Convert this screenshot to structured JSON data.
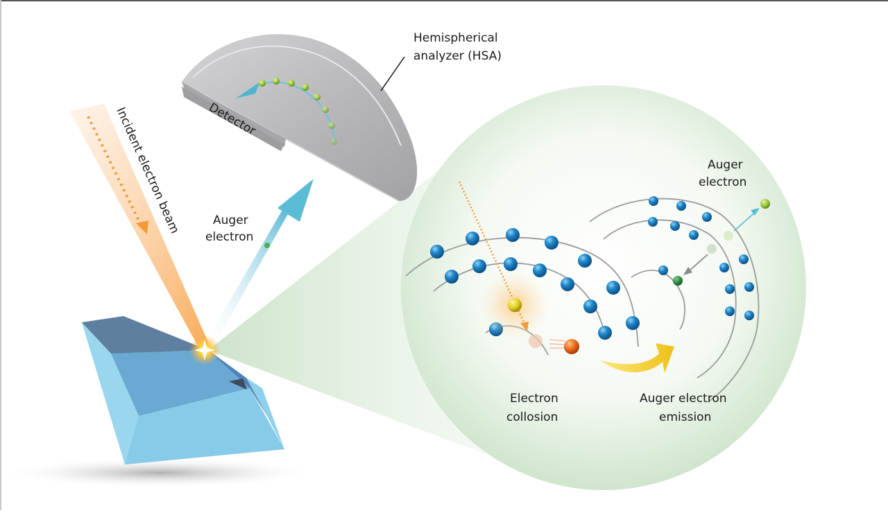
{
  "diagram": {
    "title": "Auger electron spectroscopy schematic",
    "labels": {
      "hsa_line1": "Hemispherical",
      "hsa_line2": "analyzer (HSA)",
      "detector": "Detector",
      "incident_beam": "Incident electron beam",
      "auger_left_line1": "Auger",
      "auger_left_line2": "electron",
      "auger_right_line1": "Auger",
      "auger_right_line2": "electron",
      "collision_line1": "Electron",
      "collision_line2": "collosion",
      "emission_line1": "Auger electron",
      "emission_line2": "emission"
    },
    "components": [
      {
        "id": "sample",
        "name": "Crystal sample (gem)"
      },
      {
        "id": "hsa",
        "name": "Hemispherical analyzer"
      },
      {
        "id": "detector",
        "name": "Detector"
      },
      {
        "id": "incident-beam",
        "name": "Incident electron beam"
      },
      {
        "id": "auger-path",
        "name": "Auger electron trajectory"
      },
      {
        "id": "magnified-view",
        "name": "Magnified atomic view"
      }
    ],
    "colors": {
      "beam": "#f7a44a",
      "auger_arrow": "#5bbcd6",
      "electron": "#1f7fc0",
      "auger_electron": "#9bc53d",
      "filled_vacancy": "#2e8b3e",
      "incident_electron": "#e5d21a",
      "ejected_electron": "#e8641b",
      "orbit": "#9a9a9a",
      "magnifier": "#d9ead8",
      "hsa_body": "#bdbdbf",
      "crystal": "#74b9dd",
      "process_arrow": "#f2c81e"
    }
  }
}
